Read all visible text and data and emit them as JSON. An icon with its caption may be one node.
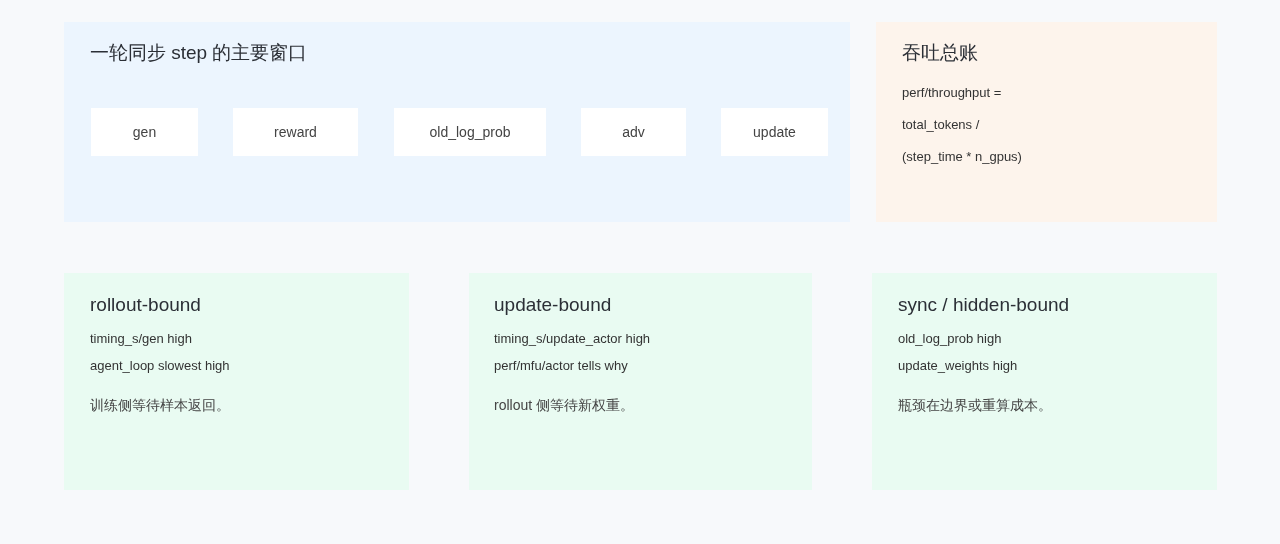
{
  "diagram": {
    "nodes": [
      {
        "text": [
          "一轮同步 step 的主要窗口"
        ]
      },
      {
        "text": [
          "gen"
        ],
        "in": 0
      },
      {
        "text": [
          "reward"
        ],
        "in": 0
      },
      {
        "text": [
          "old_log_prob"
        ],
        "in": 0
      },
      {
        "text": [
          "adv"
        ],
        "in": 0
      },
      {
        "text": [
          "update"
        ],
        "in": 0
      },
      {
        "text": [
          "吞吐总账",
          "perf/throughput =",
          "total_tokens /",
          "(step_time * n_gpus)"
        ]
      },
      {
        "text": [
          "rollout-bound",
          "timing_s/gen high",
          "agent_loop slowest high",
          "训练侧等待样本返回。"
        ]
      },
      {
        "text": [
          "update-bound",
          "timing_s/update_actor high",
          "perf/mfu/actor tells why",
          "rollout 侧等待新权重。"
        ]
      },
      {
        "text": [
          "sync / hidden-bound",
          "old_log_prob high",
          "update_weights high",
          "瓶颈在边界或重算成本。"
        ]
      }
    ]
  }
}
